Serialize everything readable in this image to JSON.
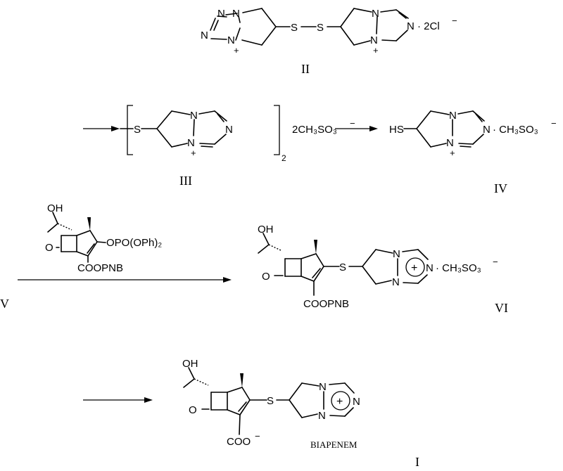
{
  "compounds": {
    "II": {
      "left_n_atoms": [
        "N",
        "N"
      ],
      "left_n_plus": "N",
      "left_charge": "+",
      "sulfur_1": "S",
      "sulfur_2": "S",
      "right_n_plus": "N",
      "right_charge": "+",
      "right_n_atoms": [
        "N",
        "N"
      ],
      "counter_ion": "· 2Cl",
      "counter_charge": "−",
      "label": "II"
    },
    "III": {
      "thio": "S",
      "n_top": "N",
      "n_plus": "N",
      "n_plus_charge": "+",
      "n_right": "N",
      "subscript": "2",
      "counter_ion": "2CH₃SO₃",
      "counter_charge": "−",
      "label": "III"
    },
    "IV": {
      "thiol": "HS",
      "n_top": "N",
      "n_plus": "N",
      "n_plus_charge": "+",
      "n_right": "N",
      "counter_ion": "· CH₃SO₃",
      "counter_charge": "−",
      "label": "IV"
    },
    "V_reagent": {
      "hydroxy": "OH",
      "ketone_o": "O",
      "phosphate": "OPO(OPh)₂",
      "ester": "COOPNB",
      "label": "V"
    },
    "VI": {
      "hydroxy": "OH",
      "ketone_o": "O",
      "thio": "S",
      "n_top": "N",
      "n_bottom": "N",
      "n_plus": "N",
      "ring_charge": "+",
      "counter_ion": "· CH₃SO₃",
      "counter_charge": "−",
      "ester": "COOPNB",
      "label": "VI"
    },
    "I": {
      "hydroxy": "OH",
      "ketone_o": "O",
      "thio": "S",
      "n_top": "N",
      "n_bottom": "N",
      "n_right": "N",
      "ring_charge": "+",
      "carboxylate": "COO",
      "carboxylate_charge": "−",
      "name": "BIAPENEM",
      "label": "I"
    }
  }
}
